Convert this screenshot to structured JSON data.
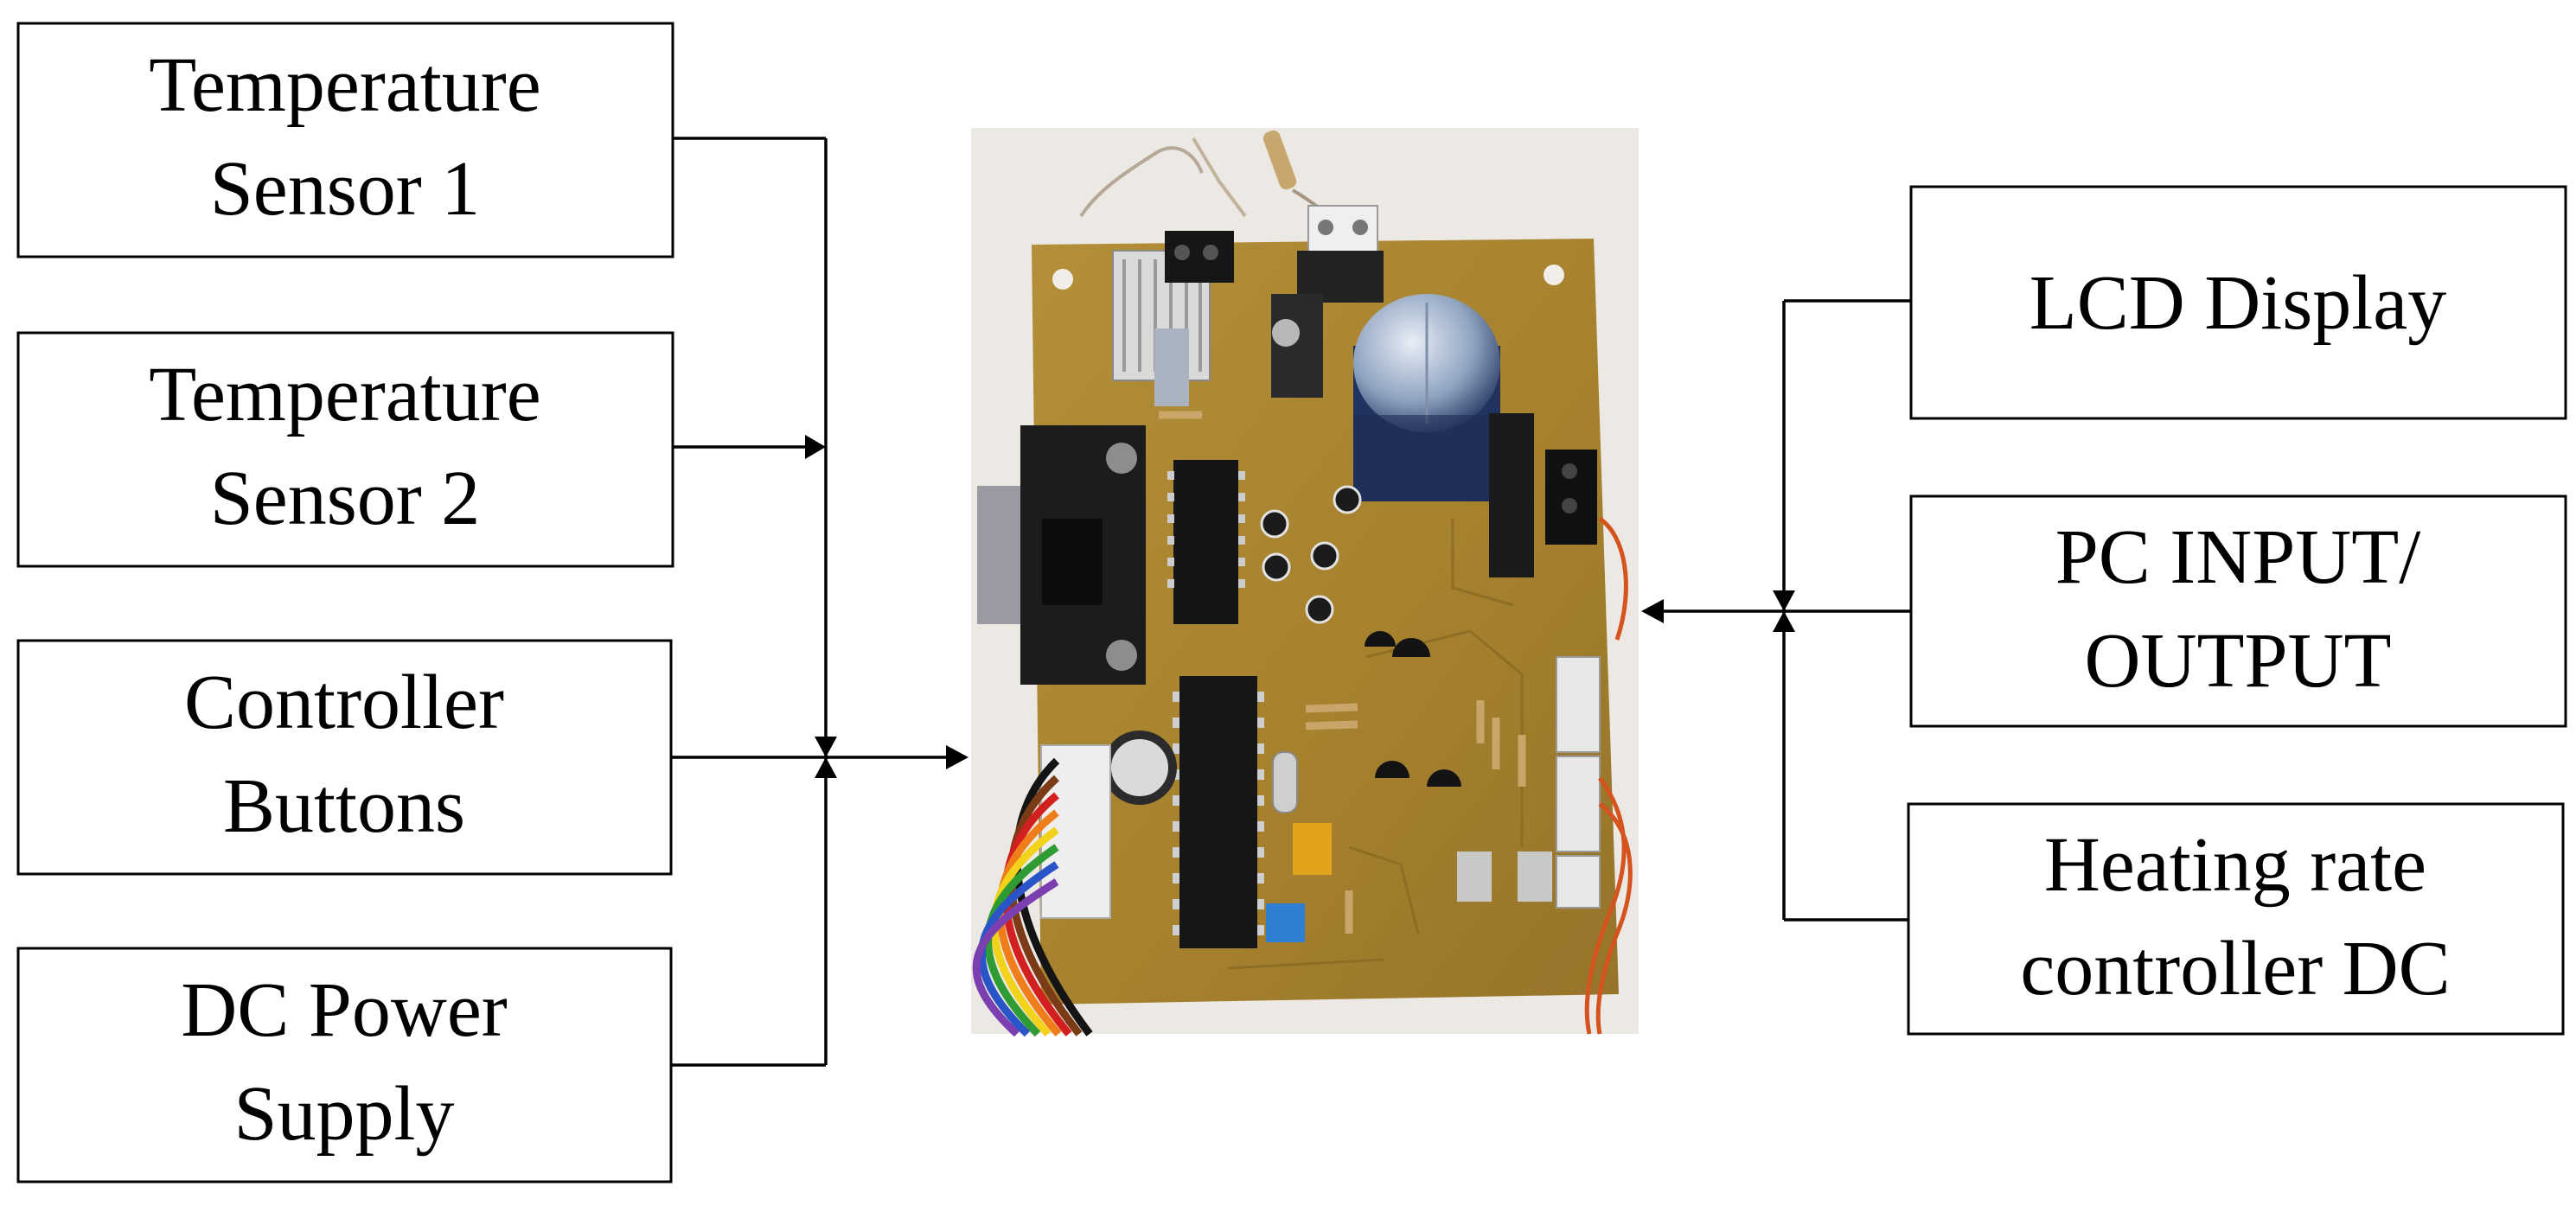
{
  "blocks": {
    "temp_sensor_1": {
      "line1": "Temperature",
      "line2": "Sensor 1"
    },
    "temp_sensor_2": {
      "line1": "Temperature",
      "line2": "Sensor 2"
    },
    "controller_buttons": {
      "line1": "Controller",
      "line2": "Buttons"
    },
    "dc_power_supply": {
      "line1": "DC Power",
      "line2": "Supply"
    },
    "lcd_display": {
      "line1": "LCD Display"
    },
    "pc_io": {
      "line1": "PC INPUT/",
      "line2": "OUTPUT"
    },
    "heating_rate": {
      "line1": "Heating rate",
      "line2": "controller DC"
    }
  },
  "colors": {
    "stroke": "#000000",
    "pcb_board": "#a8832f",
    "photo_background": "#ece8e4"
  }
}
